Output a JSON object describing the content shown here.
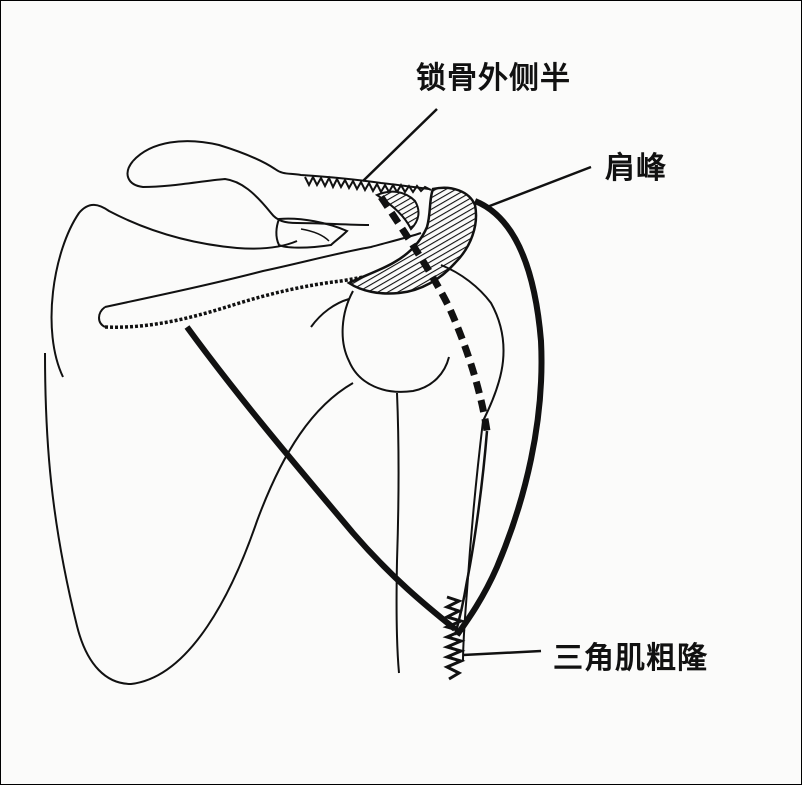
{
  "labels": {
    "clavicle_lateral_half": "锁骨外侧半",
    "acromion": "肩峰",
    "deltoid_tuberosity": "三角肌粗隆"
  }
}
